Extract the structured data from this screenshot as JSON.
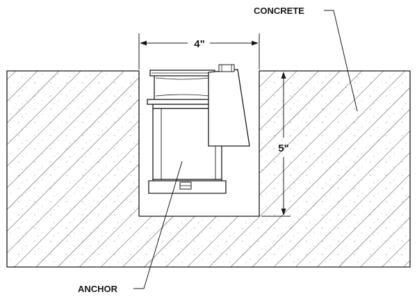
{
  "labels": {
    "concrete": "CONCRETE",
    "anchor": "ANCHOR"
  },
  "dimensions": {
    "width": "4\"",
    "depth": "5\""
  },
  "colors": {
    "line": "#1a1a1a",
    "hatch": "#444444",
    "fill": "#ffffff"
  }
}
